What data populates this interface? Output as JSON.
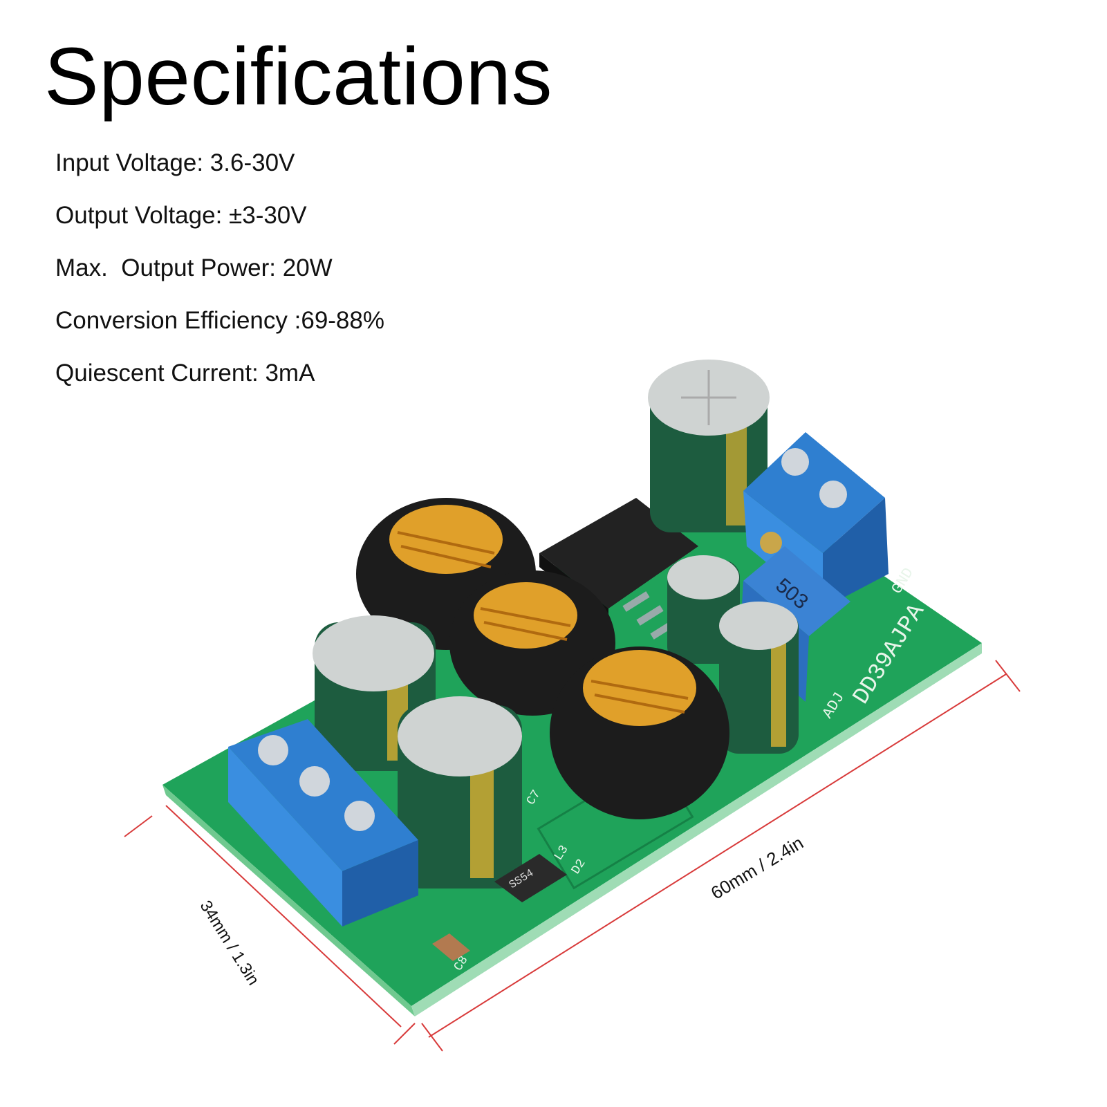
{
  "title": "Specifications",
  "specs": [
    "Input Voltage: 3.6-30V",
    "Output Voltage: ±3-30V",
    "Max.  Output Power: 20W",
    "Conversion Efficiency :69-88%",
    "Quiescent Current: 3mA"
  ],
  "dimensions": {
    "length": "60mm / 2.4in",
    "width": "34mm / 1.3in"
  },
  "board_labels": {
    "model": "DD39AJPA",
    "adj": "ADJ",
    "gnd": "GND",
    "pot": "503",
    "diode": "SS54",
    "l3": "L3",
    "d2": "D2",
    "c7": "C7",
    "c8": "C8"
  },
  "colors": {
    "pcb": "#1fa35a",
    "terminal": "#2f7fd0",
    "capacitor": "#1d5c3f",
    "inductor": "#1c1c1c",
    "coil": "#e0a02a",
    "dimension_line": "#d83a3a"
  }
}
